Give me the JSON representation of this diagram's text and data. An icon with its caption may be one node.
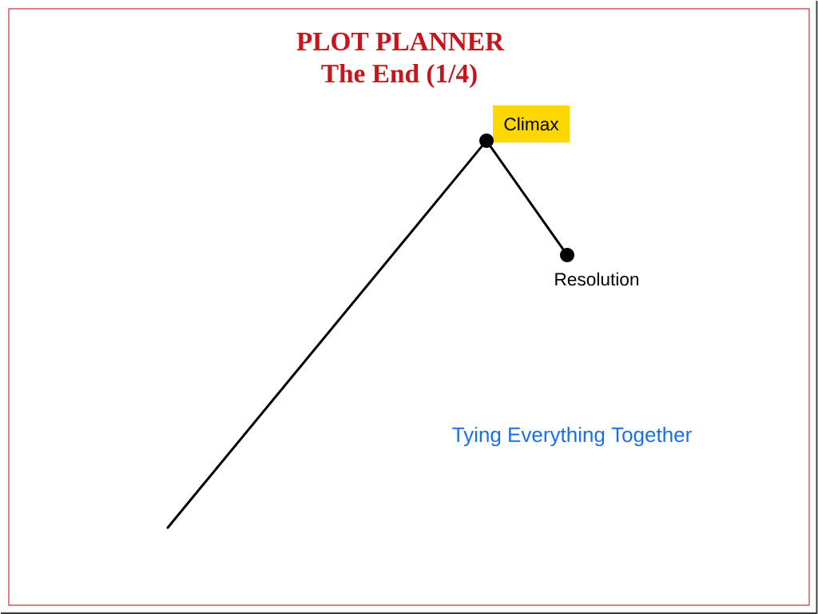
{
  "diagram": {
    "title": "PLOT PLANNER",
    "nodes": [
      {
        "text": [
          "Climax"
        ]
      },
      {
        "text": [],
        "shape": "circle"
      },
      {
        "text": [],
        "shape": "circle",
        "beside": [
          "Resolution"
        ]
      }
    ],
    "edges": [
      {
        "from": null,
        "to": 1,
        "arrow": "none"
      },
      {
        "from": 1,
        "to": 2,
        "arrow": "none"
      }
    ],
    "labels": [
      "The End (1/4)",
      "Tying Everything Together"
    ]
  }
}
